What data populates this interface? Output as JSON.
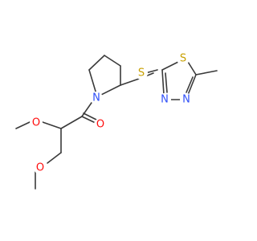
{
  "molecule": {
    "colors": {
      "bond": "#3a3a3a",
      "oxygen": "#ff0d0d",
      "nitrogen": "#3050f8",
      "sulfur": "#c8a000"
    },
    "atoms": [
      {
        "id": "O1",
        "symbol": "O",
        "element": "oxygen"
      },
      {
        "id": "O2",
        "symbol": "O",
        "element": "oxygen"
      },
      {
        "id": "O3",
        "symbol": "O",
        "element": "oxygen"
      },
      {
        "id": "N1",
        "symbol": "N",
        "element": "nitrogen"
      },
      {
        "id": "N2",
        "symbol": "N",
        "element": "nitrogen"
      },
      {
        "id": "N3",
        "symbol": "N",
        "element": "nitrogen"
      },
      {
        "id": "S1",
        "symbol": "S",
        "element": "sulfur"
      },
      {
        "id": "S2",
        "symbol": "S",
        "element": "sulfur"
      }
    ]
  }
}
